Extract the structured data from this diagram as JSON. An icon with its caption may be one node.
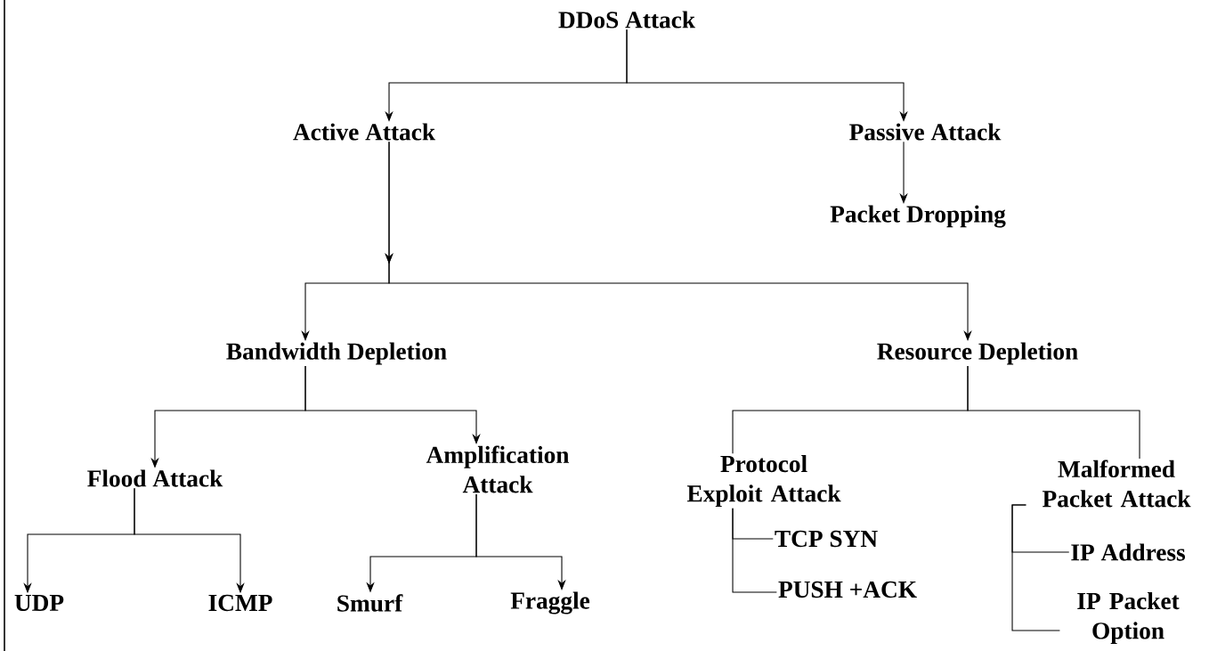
{
  "diagram": {
    "nodes": [
      {
        "text": [
          "DDoS Attack"
        ]
      },
      {
        "text": [
          "Active Attack"
        ]
      },
      {
        "text": [
          "Passive Attack"
        ]
      },
      {
        "text": [
          "Packet Dropping"
        ]
      },
      {
        "text": [
          "Bandwidth Depletion"
        ]
      },
      {
        "text": [
          "Resource Depletion"
        ]
      },
      {
        "text": [
          "Flood Attack"
        ]
      },
      {
        "text": [
          "Amplification Attack"
        ]
      },
      {
        "text": [
          "Protocol Exploit Attack"
        ]
      },
      {
        "text": [
          "Malformed Packet Attack"
        ]
      },
      {
        "text": [
          "UDP"
        ]
      },
      {
        "text": [
          "ICMP"
        ]
      },
      {
        "text": [
          "Smurf"
        ]
      },
      {
        "text": [
          "Fraggle"
        ]
      },
      {
        "text": [
          "TCP SYN"
        ]
      },
      {
        "text": [
          "PUSH +ACK"
        ]
      },
      {
        "text": [
          "IP Address"
        ]
      },
      {
        "text": [
          "IP Packet Option"
        ]
      }
    ],
    "edges": [
      {
        "from": 0,
        "to": 1,
        "arrow": "to"
      },
      {
        "from": 0,
        "to": 2,
        "arrow": "to"
      },
      {
        "from": 2,
        "to": 3,
        "arrow": "to"
      },
      {
        "from": 1,
        "to": 4,
        "arrow": "to"
      },
      {
        "from": 1,
        "to": 5,
        "arrow": "to"
      },
      {
        "from": 4,
        "to": 6,
        "arrow": "to"
      },
      {
        "from": 4,
        "to": 7,
        "arrow": "to"
      },
      {
        "from": 5,
        "to": 8,
        "arrow": "none"
      },
      {
        "from": 5,
        "to": 9,
        "arrow": "none"
      },
      {
        "from": 6,
        "to": 10,
        "arrow": "to"
      },
      {
        "from": 6,
        "to": 11,
        "arrow": "to"
      },
      {
        "from": 7,
        "to": 12,
        "arrow": "to"
      },
      {
        "from": 7,
        "to": 13,
        "arrow": "to"
      },
      {
        "from": 8,
        "to": 14,
        "arrow": "none"
      },
      {
        "from": 8,
        "to": 15,
        "arrow": "none"
      },
      {
        "from": 9,
        "to": 16,
        "arrow": "none"
      },
      {
        "from": 9,
        "to": 17,
        "arrow": "none"
      }
    ]
  }
}
